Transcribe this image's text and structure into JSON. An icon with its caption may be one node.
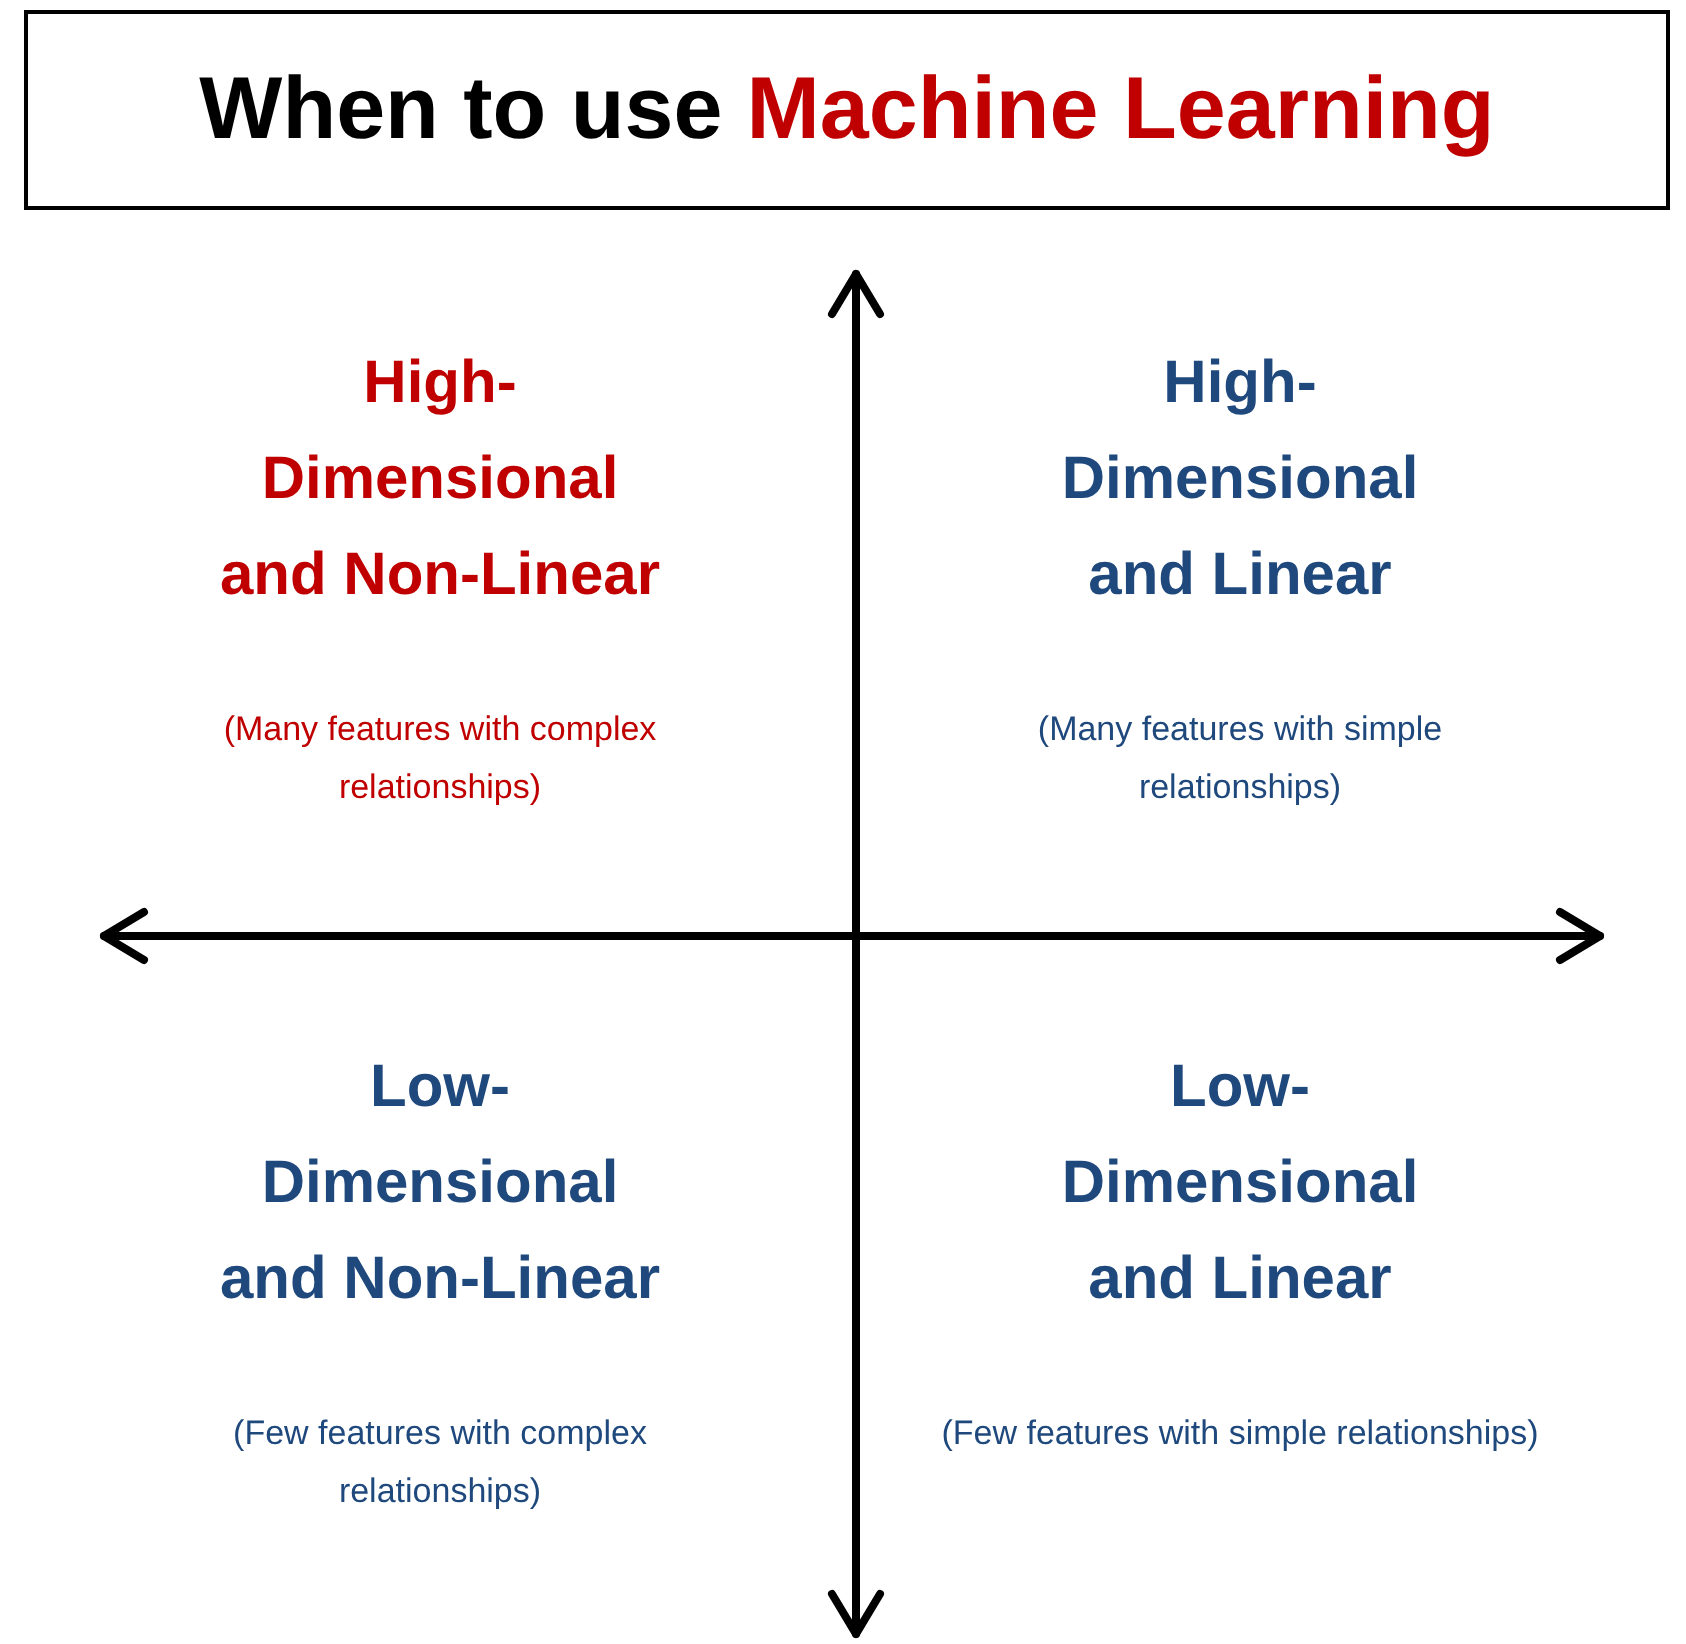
{
  "diagram": {
    "nodes": [
      {
        "text": [
          "When to use",
          "Machine Learning"
        ]
      }
    ],
    "labels": [
      "High-Dimensional and Non-Linear",
      "(Many features with complex relationships)",
      "High-Dimensional and Linear",
      "(Many features with simple relationships)",
      "Low-Dimensional and Non-Linear",
      "(Few features with complex relationships)",
      "Low-Dimensional and Linear",
      "(Few features with simple relationships)"
    ]
  }
}
